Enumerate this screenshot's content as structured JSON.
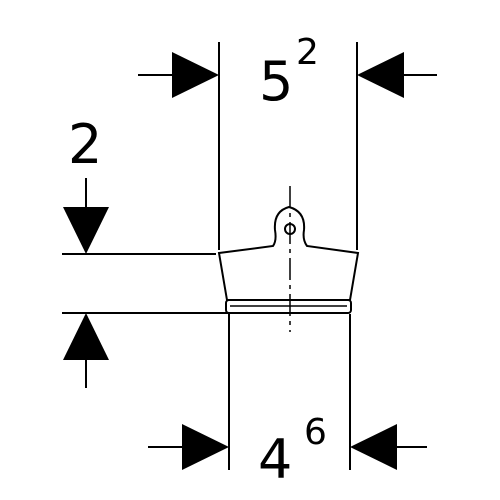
{
  "diagram": {
    "top_dimension": {
      "main": "5",
      "superscript": "2"
    },
    "left_dimension": {
      "value": "2"
    },
    "bottom_dimension": {
      "main": "4",
      "superscript": "6"
    },
    "stroke_color": "#000000",
    "background_color": "#ffffff"
  }
}
